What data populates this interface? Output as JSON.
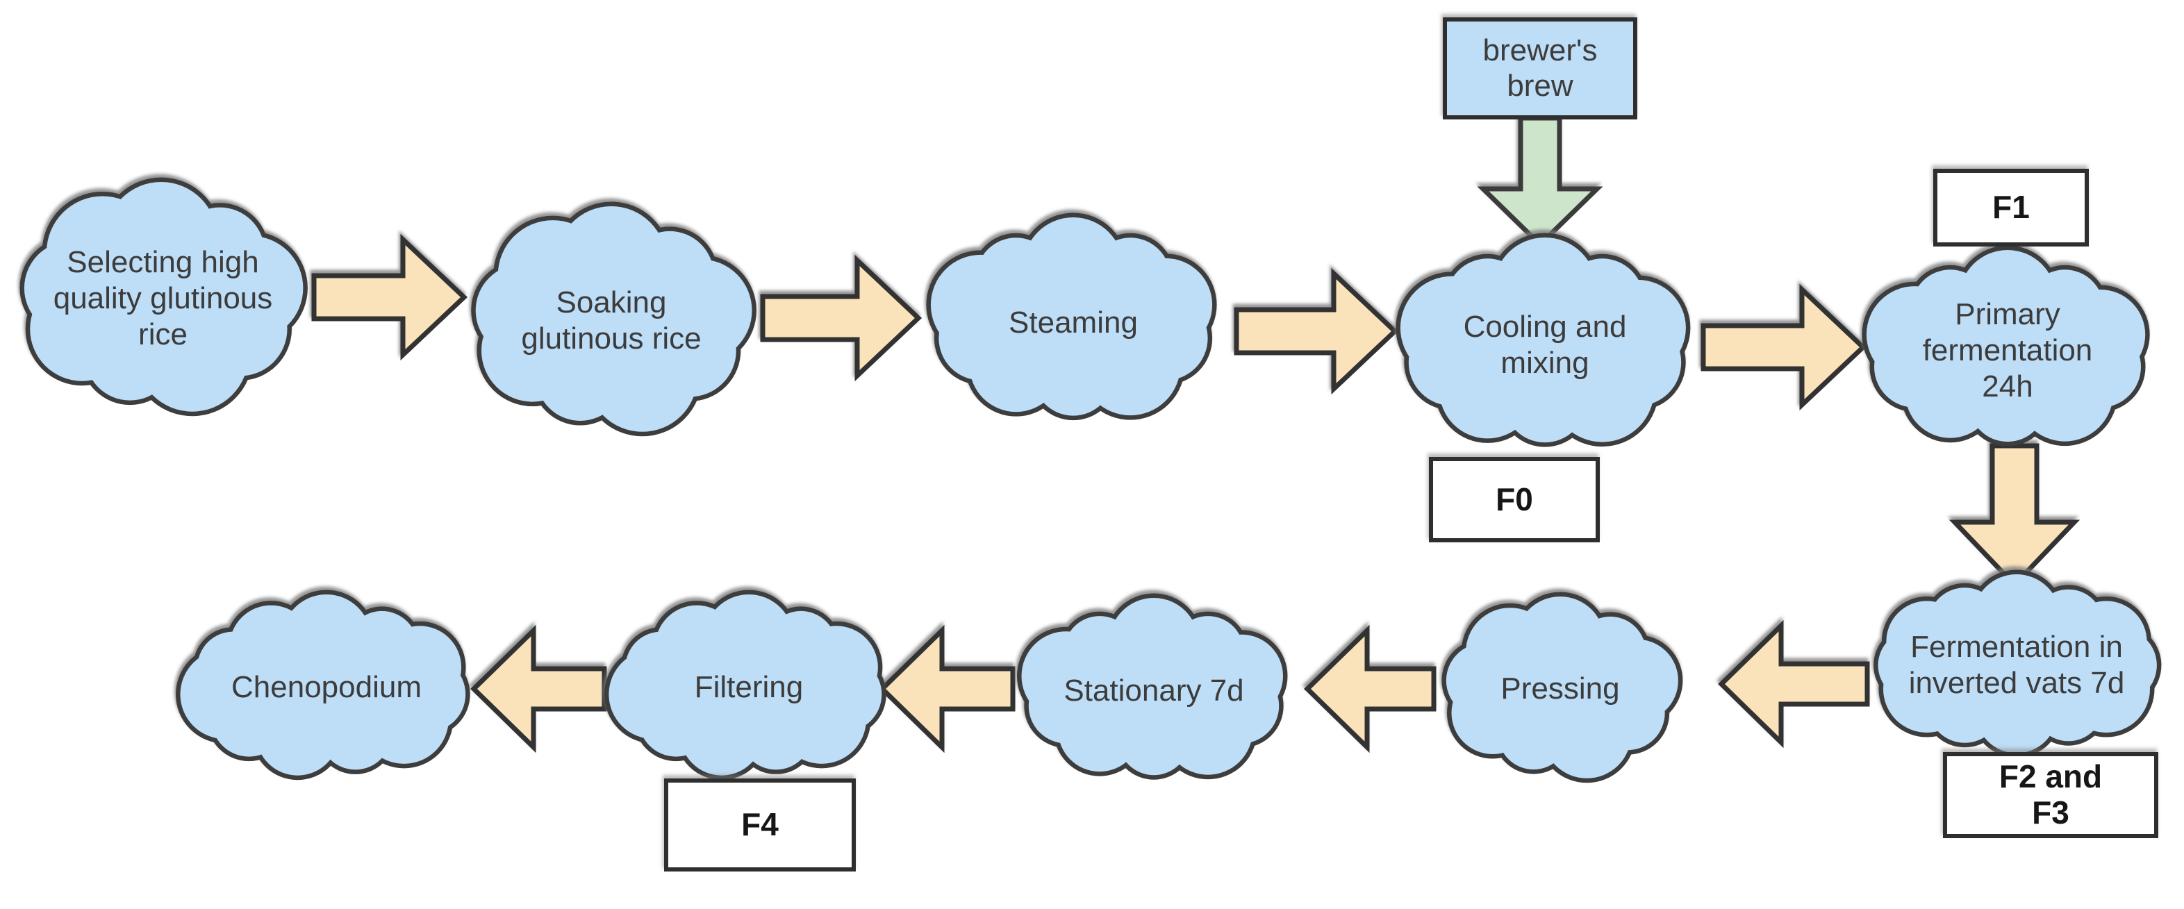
{
  "diagram_type": "flowchart",
  "nodes": {
    "select": {
      "label": "Selecting high quality glutinous rice"
    },
    "soak": {
      "label": "Soaking glutinous rice"
    },
    "steam": {
      "label": "Steaming"
    },
    "cool": {
      "label": "Cooling and mixing"
    },
    "primary": {
      "label": "Primary fermentation 24h"
    },
    "inverted": {
      "label": "Fermentation in inverted vats 7d"
    },
    "pressing": {
      "label": "Pressing"
    },
    "stationary": {
      "label": "Stationary 7d"
    },
    "filtering": {
      "label": "Filtering"
    },
    "chenopodium": {
      "label": "Chenopodium"
    }
  },
  "input": {
    "brewers_brew": {
      "label": "brewer's brew"
    }
  },
  "annotations": {
    "f0": {
      "label": "F0",
      "attached_to": "cool"
    },
    "f1": {
      "label": "F1",
      "attached_to": "primary"
    },
    "f2f3": {
      "label": "F2 and F3",
      "attached_to": "inverted"
    },
    "f4": {
      "label": "F4",
      "attached_to": "filtering"
    }
  },
  "edges": [
    {
      "from": "select",
      "to": "soak",
      "style": "orange"
    },
    {
      "from": "soak",
      "to": "steam",
      "style": "orange"
    },
    {
      "from": "steam",
      "to": "cool",
      "style": "orange"
    },
    {
      "from": "brewers_brew",
      "to": "cool",
      "style": "green"
    },
    {
      "from": "cool",
      "to": "primary",
      "style": "orange"
    },
    {
      "from": "primary",
      "to": "inverted",
      "style": "orange"
    },
    {
      "from": "inverted",
      "to": "pressing",
      "style": "orange"
    },
    {
      "from": "pressing",
      "to": "stationary",
      "style": "orange"
    },
    {
      "from": "stationary",
      "to": "filtering",
      "style": "orange"
    },
    {
      "from": "filtering",
      "to": "chenopodium",
      "style": "orange"
    }
  ],
  "colors": {
    "cloud_fill": "#BEDDF6",
    "cloud_border": "#3D3D3D",
    "arrow_fill": "#FAE2BA",
    "arrow_border": "#333333",
    "green_arrow_fill": "#CDE6CB",
    "green_arrow_border": "#3A3A3A",
    "tag_box_fill": "#FFFFFF",
    "tag_box_border": "#2E2E2E",
    "input_box_fill": "#BEDDF6",
    "label_text": "#3C3C3C"
  }
}
